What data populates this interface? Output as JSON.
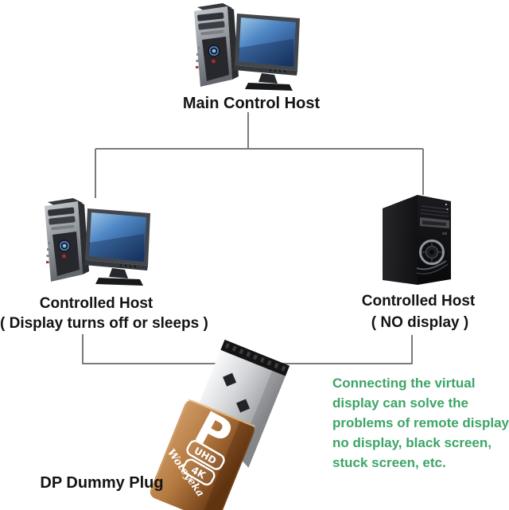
{
  "hosts": {
    "main": {
      "label": "Main Control Host"
    },
    "controlled_left": {
      "label": "Controlled Host",
      "sublabel": "( Display turns off or sleeps )"
    },
    "controlled_right": {
      "label": "Controlled Host",
      "sublabel": "( NO display )"
    }
  },
  "plug": {
    "label": "DP Dummy Plug",
    "logo": "P",
    "badge_uhd": "UHD",
    "badge_4k": "4K",
    "brand": "Woteyeka"
  },
  "note": {
    "lines": [
      "Connecting the virtual",
      "display can solve the",
      "problems of remote display,",
      "no display, black screen,",
      "stuck screen, etc."
    ],
    "color": "#3ca566"
  },
  "colors": {
    "background": "#ffffff",
    "connector_line": "#7b7b7b",
    "label_text": "#141414",
    "plug_body_bronze": "#b57b42",
    "plug_connector_silver": "#d5d7da",
    "monitor_screen_blue": "#4f87c4"
  }
}
